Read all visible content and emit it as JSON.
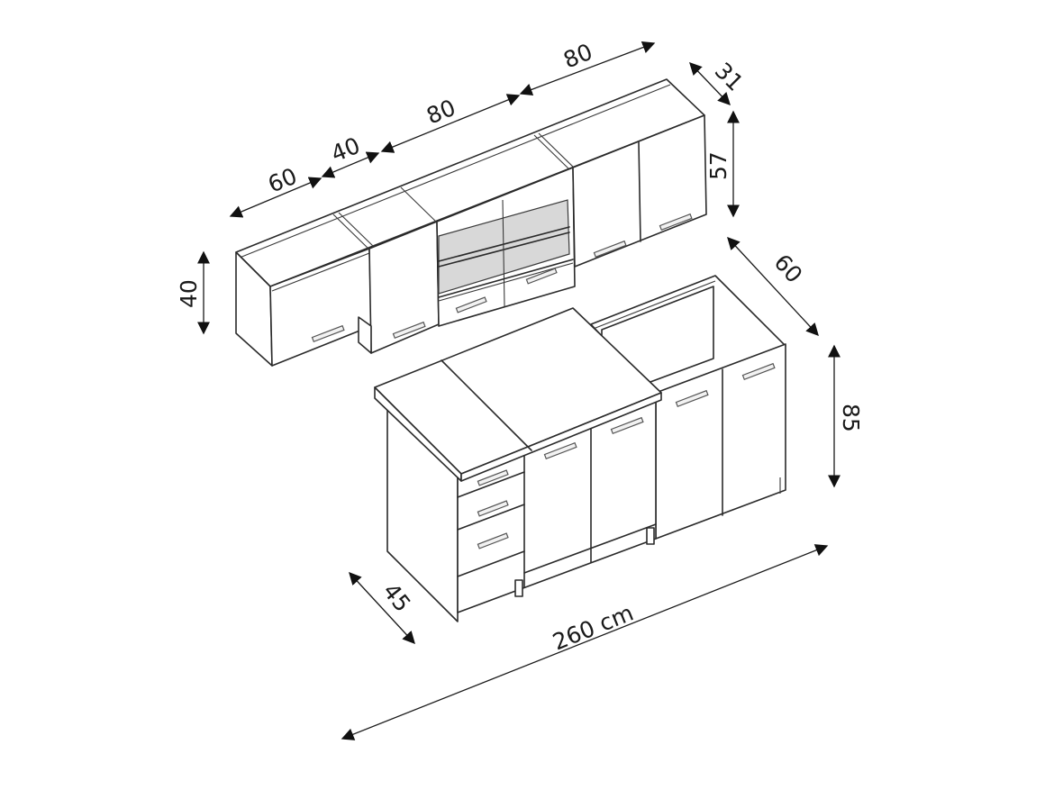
{
  "diagram": {
    "subject": "kitchen cabinet set with dimensions",
    "colors": {
      "line": "#2a2a2a",
      "glass_interior": "#d8d8d8",
      "background": "#ffffff"
    },
    "upper_cabinets": {
      "widths": [
        "60",
        "40",
        "80",
        "80"
      ],
      "depth": "31",
      "height_right": "57",
      "height_left": "40"
    },
    "base_cabinets": {
      "depth_right": "60",
      "height": "85",
      "depth_left": "45",
      "total_width": "260 cm"
    }
  }
}
